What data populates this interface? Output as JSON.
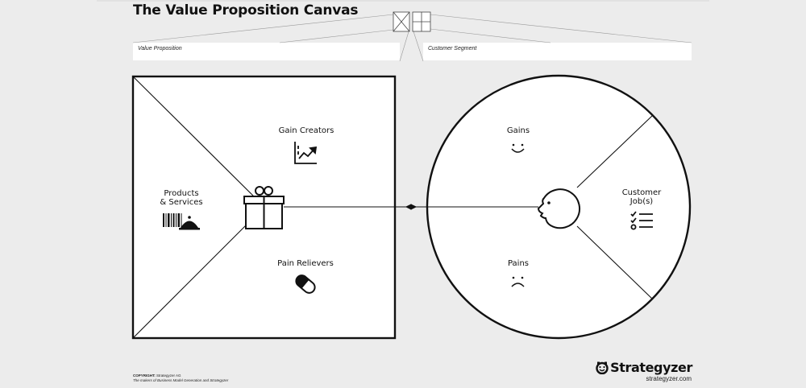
{
  "title": "The Value Proposition Canvas",
  "fields": {
    "value_proposition_label": "Value Proposition",
    "customer_segment_label": "Customer Segment"
  },
  "value_map": {
    "gain_creators": "Gain Creators",
    "products_line1": "Products",
    "products_line2": "& Services",
    "pain_relievers": "Pain Relievers"
  },
  "customer_profile": {
    "gains": "Gains",
    "pains": "Pains",
    "jobs_line1": "Customer",
    "jobs_line2": "Job(s)"
  },
  "footer": {
    "copyright_label": "COPYRIGHT:",
    "copyright_owner": "Strategyzer AG",
    "makers": "The makers of Business Model Generation and Strategyzer",
    "brand": "Strategyzer",
    "url": "strategyzer.com"
  }
}
